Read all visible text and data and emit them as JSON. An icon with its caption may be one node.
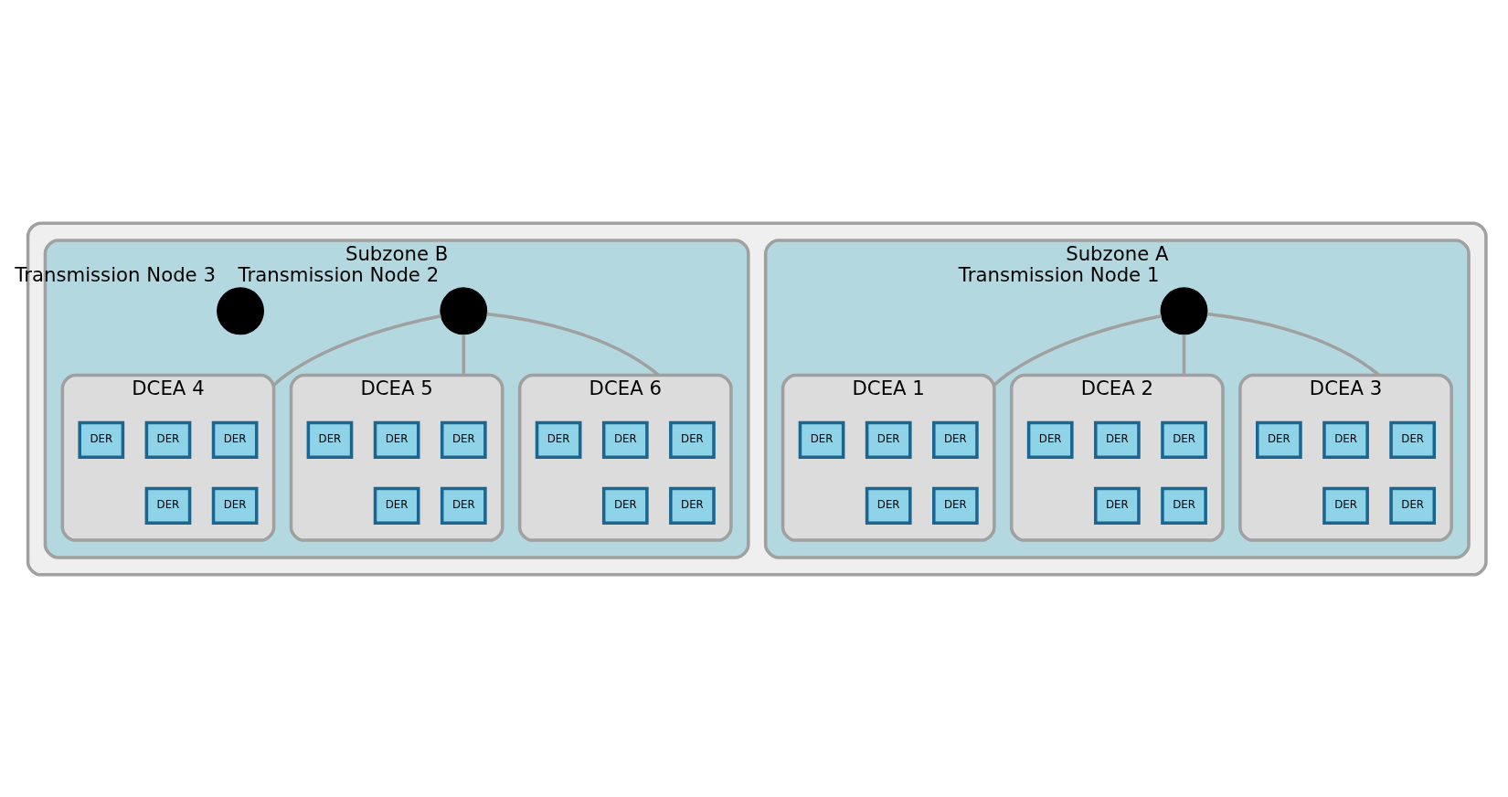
{
  "diagram": {
    "nodes": [
      {
        "text": [],
        "shape": "box"
      },
      {
        "text": [
          "Subzone A"
        ],
        "in": 0
      },
      {
        "text": [],
        "shape": "circle",
        "in": 1,
        "beside": [
          "Transmission Node 1"
        ]
      },
      {
        "text": [
          "DCEA 1"
        ],
        "in": 1
      },
      {
        "text": [
          "DER"
        ],
        "in": 3
      },
      {
        "text": [
          "DER"
        ],
        "in": 3
      },
      {
        "text": [
          "DER"
        ],
        "in": 3
      },
      {
        "text": [
          "DER"
        ],
        "in": 3
      },
      {
        "text": [
          "DER"
        ],
        "in": 3
      },
      {
        "text": [
          "DCEA 2"
        ],
        "in": 1
      },
      {
        "text": [
          "DER"
        ],
        "in": 9
      },
      {
        "text": [
          "DER"
        ],
        "in": 9
      },
      {
        "text": [
          "DER"
        ],
        "in": 9
      },
      {
        "text": [
          "DER"
        ],
        "in": 9
      },
      {
        "text": [
          "DER"
        ],
        "in": 9
      },
      {
        "text": [
          "DCEA 3"
        ],
        "in": 1
      },
      {
        "text": [
          "DER"
        ],
        "in": 15
      },
      {
        "text": [
          "DER"
        ],
        "in": 15
      },
      {
        "text": [
          "DER"
        ],
        "in": 15
      },
      {
        "text": [
          "DER"
        ],
        "in": 15
      },
      {
        "text": [
          "DER"
        ],
        "in": 15
      },
      {
        "text": [
          "Subzone B"
        ],
        "in": 0
      },
      {
        "text": [],
        "shape": "circle",
        "in": 21,
        "beside": [
          "Transmission Node 2"
        ]
      },
      {
        "text": [
          "DCEA 4"
        ],
        "in": 21
      },
      {
        "text": [
          "DER"
        ],
        "in": 23
      },
      {
        "text": [
          "DER"
        ],
        "in": 23
      },
      {
        "text": [
          "DER"
        ],
        "in": 23
      },
      {
        "text": [
          "DER"
        ],
        "in": 23
      },
      {
        "text": [
          "DER"
        ],
        "in": 23
      },
      {
        "text": [
          "DCEA 5"
        ],
        "in": 21
      },
      {
        "text": [
          "DER"
        ],
        "in": 29
      },
      {
        "text": [
          "DER"
        ],
        "in": 29
      },
      {
        "text": [
          "DER"
        ],
        "in": 29
      },
      {
        "text": [
          "DER"
        ],
        "in": 29
      },
      {
        "text": [
          "DER"
        ],
        "in": 29
      },
      {
        "text": [
          "DCEA 6"
        ],
        "in": 21
      },
      {
        "text": [
          "DER"
        ],
        "in": 35
      },
      {
        "text": [
          "DER"
        ],
        "in": 35
      },
      {
        "text": [
          "DER"
        ],
        "in": 35
      },
      {
        "text": [
          "DER"
        ],
        "in": 35
      },
      {
        "text": [
          "DER"
        ],
        "in": 35
      },
      {
        "text": [],
        "shape": "circle",
        "in": 21,
        "beside": [
          "Transmission Node 3"
        ]
      }
    ],
    "edges": [
      {
        "from": 2,
        "to": 3,
        "arrow": "none"
      },
      {
        "from": 2,
        "to": 9,
        "arrow": "none"
      },
      {
        "from": 2,
        "to": 15,
        "arrow": "none"
      },
      {
        "from": 22,
        "to": 23,
        "arrow": "none"
      },
      {
        "from": 22,
        "to": 29,
        "arrow": "none"
      },
      {
        "from": 22,
        "to": 35,
        "arrow": "none"
      }
    ]
  }
}
